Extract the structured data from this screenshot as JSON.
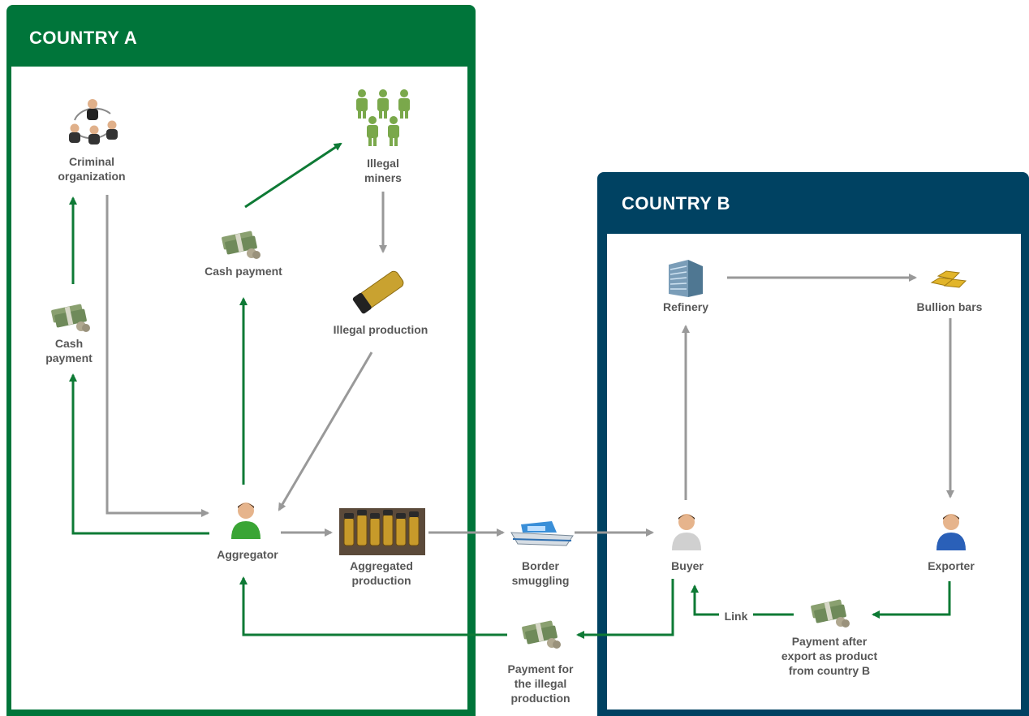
{
  "panels": {
    "a_title": "COUNTRY A",
    "b_title": "COUNTRY B"
  },
  "colors": {
    "country_a": "#00753a",
    "country_b": "#004262",
    "flow_money": "#0e7a35",
    "flow_goods": "#999999",
    "label_text": "#575757"
  },
  "nodes": {
    "criminal_org": "Criminal\norganization",
    "illegal_miners": "Illegal\nminers",
    "cash_payment_top": "Cash payment",
    "illegal_production": "Illegal production",
    "cash_payment_left": "Cash\npayment",
    "aggregator": "Aggregator",
    "aggregated_production": "Aggregated\nproduction",
    "border_smuggling": "Border\nsmuggling",
    "payment_illegal": "Payment for\nthe illegal\nproduction",
    "refinery": "Refinery",
    "bullion_bars": "Bullion bars",
    "buyer": "Buyer",
    "exporter": "Exporter",
    "link": "Link",
    "payment_after_export": "Payment after\nexport as product\nfrom country B"
  },
  "icons": {
    "criminal_org": "criminal-group-icon",
    "illegal_miners": "miners-group-icon",
    "cash": "cash-bundle-icon",
    "illegal_production": "gold-vial-icon",
    "aggregator": "person-green-icon",
    "aggregated_production": "gold-vials-icon",
    "border_smuggling": "boat-icon",
    "refinery": "building-icon",
    "bullion_bars": "gold-bars-icon",
    "buyer": "person-grey-icon",
    "exporter": "person-blue-icon"
  }
}
